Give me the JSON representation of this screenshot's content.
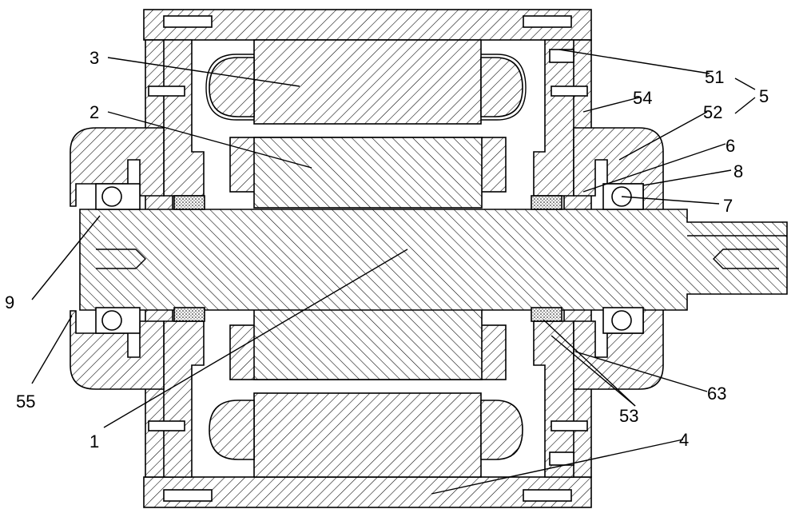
{
  "labels": {
    "l1": "1",
    "l2": "2",
    "l3": "3",
    "l4": "4",
    "l5": "5",
    "l51": "51",
    "l52": "52",
    "l53": "53",
    "l54": "54",
    "l55": "55",
    "l6": "6",
    "l63": "63",
    "l7": "7",
    "l8": "8",
    "l9": "9"
  },
  "colors": {
    "stroke": "#000000",
    "background": "#ffffff",
    "seal_fill": "#d8d8d8"
  }
}
